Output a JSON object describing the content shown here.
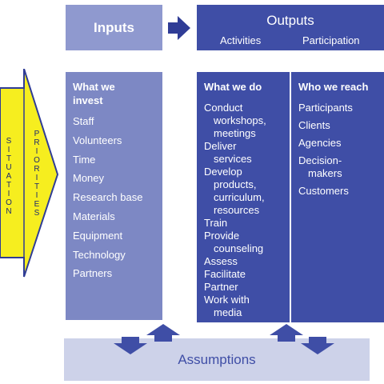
{
  "headers": {
    "inputs": "Inputs",
    "outputs": "Outputs",
    "activities": "Activities",
    "participation": "Participation"
  },
  "side": {
    "situation": "SITUATION",
    "priorities": "PRIORITIES"
  },
  "inputs": {
    "heading": "What we invest",
    "items": [
      "Staff",
      "Volunteers",
      "Time",
      "Money",
      "Research base",
      "Materials",
      "Equipment",
      "Technology",
      "Partners"
    ]
  },
  "what_we_do": {
    "heading": "What we do",
    "lines": [
      "Conduct",
      "workshops,",
      "meetings",
      "Deliver",
      "services",
      "Develop",
      "products,",
      "curriculum,",
      "resources",
      "Train",
      "Provide",
      "counseling",
      "Assess",
      "Facilitate",
      "Partner",
      "Work with",
      "media"
    ]
  },
  "who_we_reach": {
    "heading": "Who we reach",
    "items": [
      "Participants",
      "Clients",
      "Agencies",
      "Decision-",
      "makers",
      "Customers"
    ]
  },
  "assumptions": "Assumptions",
  "colors": {
    "outputs_blue": "#3f4ea6",
    "inputs_blue": "#7d88c4",
    "arrow_yellow": "#f6ee1f",
    "assumptions_bg": "#cdd2e9"
  }
}
